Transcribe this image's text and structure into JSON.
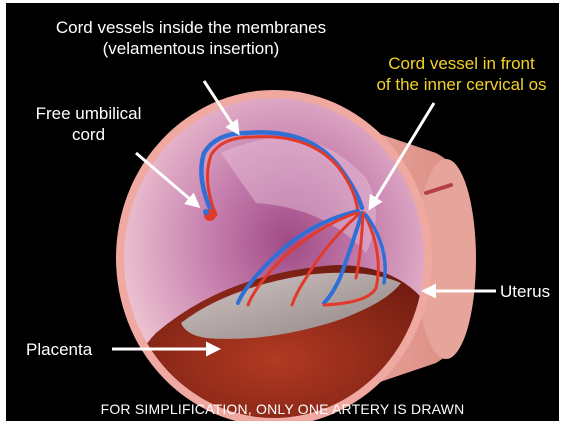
{
  "labels": {
    "cord_vessels_line1": "Cord vessels inside the membranes",
    "cord_vessels_line2": "(velamentous insertion)",
    "cervical_line1": "Cord vessel in front",
    "cervical_line2": "of the inner cervical os",
    "free_cord_line1": "Free umbilical",
    "free_cord_line2": "cord",
    "uterus": "Uterus",
    "placenta": "Placenta"
  },
  "footer": "FOR SIMPLIFICATION, ONLY ONE ARTERY IS DRAWN",
  "colors": {
    "background": "#000000",
    "label_text": "#ffffff",
    "highlight_text": "#f2d22a",
    "uterus_rim": "#e99a92",
    "uterus_inner": "#c989a8",
    "vein": "#2f6fd6",
    "artery": "#e23a2a",
    "placenta": "#9a2a1a",
    "membrane": "#b8b0b0"
  }
}
